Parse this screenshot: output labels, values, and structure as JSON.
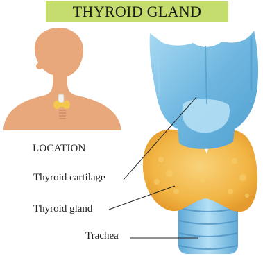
{
  "title": "THYROID GLAND",
  "location_label": "LOCATION",
  "labels": {
    "thyroid_cartilage": "Thyroid cartilage",
    "thyroid_gland": "Thyroid gland",
    "trachea": "Trachea"
  },
  "colors": {
    "banner": "#c5dc6e",
    "skin": "#e8a87c",
    "cartilage": "#7cc0e3",
    "gland": "#f2b84a",
    "trachea": "#8fc8e8"
  }
}
